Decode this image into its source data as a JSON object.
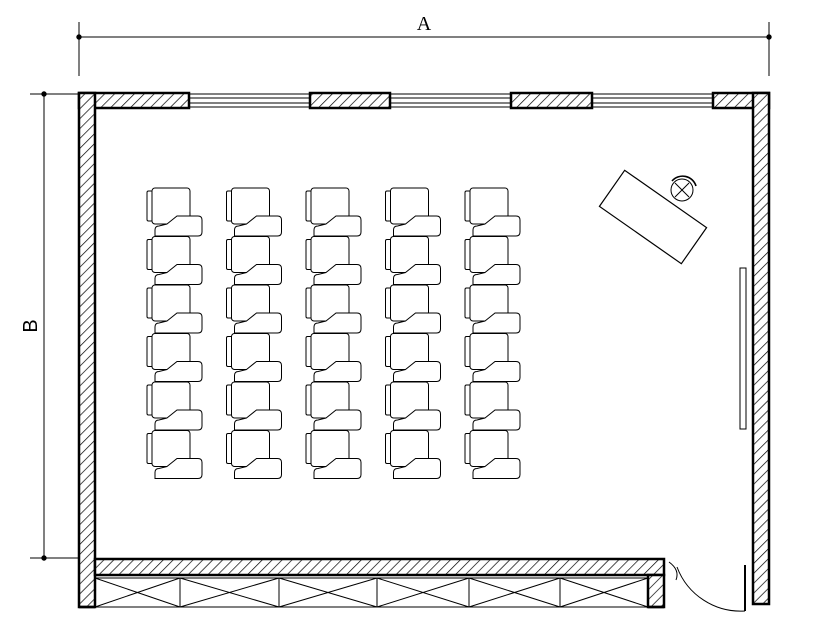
{
  "dimensions": {
    "width_label": "A",
    "height_label": "B"
  },
  "seating": {
    "columns": 5,
    "rows": 6
  },
  "colors": {
    "line": "#000000",
    "background": "#ffffff"
  }
}
